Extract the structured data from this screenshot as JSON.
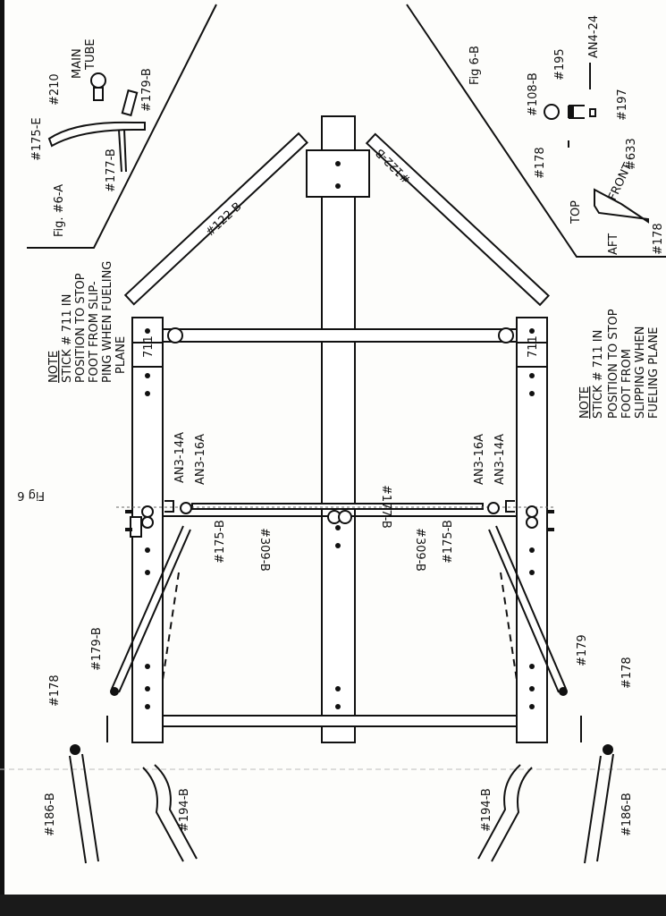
{
  "figure": {
    "fig_main": "Fig 6",
    "fig_a": "Fig. #6-A",
    "fig_b": "Fig 6-B"
  },
  "fig_a_labels": {
    "p210": "#210",
    "main_tube": "MAIN",
    "main_tube2": "TUBE",
    "p179b": "#179-B",
    "p175e": "#175-E",
    "p177b": "#177-B"
  },
  "fig_b_labels": {
    "p108b": "#108-B",
    "p195": "#195",
    "an424": "AN4-24",
    "p197": "#197",
    "p633": "#633",
    "p178": "#178",
    "top": "TOP",
    "front": "FRONT",
    "aft": "AFT",
    "p178b": "#178"
  },
  "note_left": {
    "title": "NOTE",
    "lines": [
      "STICK # 711 IN",
      "POSITION TO STOP",
      "FOOT FROM SLIP-",
      "PING WHEN FUELING",
      "PLANE"
    ]
  },
  "note_right": {
    "title": "NOTE",
    "lines": [
      "STICK # 711 IN",
      "POSITION TO STOP",
      "FOOT FROM",
      "SLIPPING WHEN",
      "FUELING PLANE"
    ]
  },
  "parts": {
    "brace_left": "#122-B",
    "brace_right": "#122-B",
    "pad_left": "711",
    "pad_right": "711",
    "an314_left": "AN3-14A",
    "an316_left": "AN3-16A",
    "an316_right": "AN3-16A",
    "an314_right": "AN3-14A",
    "p177b": "#177-B",
    "p175b_left": "#175-B",
    "p175b_right": "#175-B",
    "p309b_left": "#309-B",
    "p309b_right": "#309-B",
    "p179b_left": "#179-B",
    "p179_right": "#179",
    "p178_left": "#178",
    "p178_right": "#178",
    "p186b_left": "#186-B",
    "p194b_left": "#194-B",
    "p194b_right": "#194-B",
    "p186b_right": "#186-B"
  }
}
